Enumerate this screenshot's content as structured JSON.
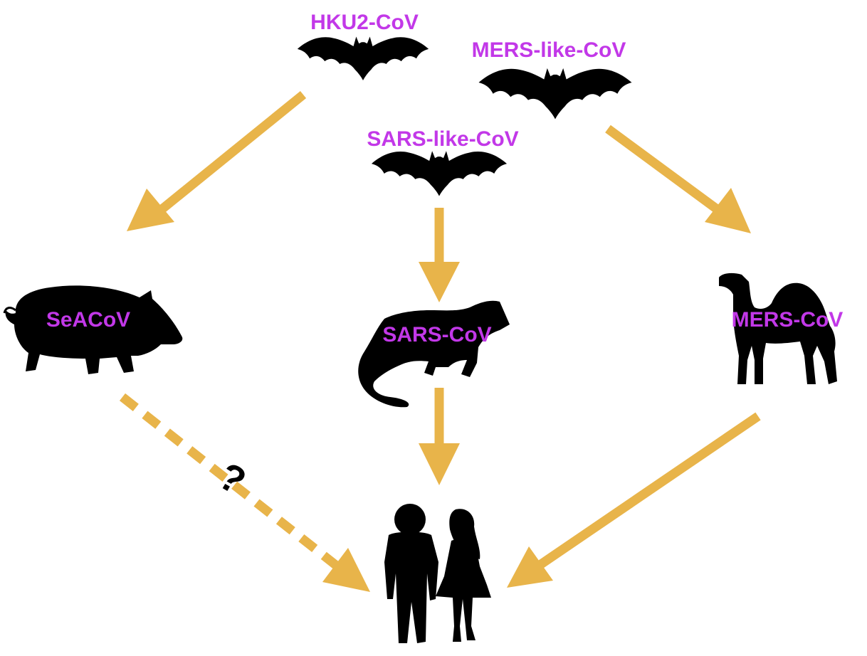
{
  "colors": {
    "arrow": "#E8B44A",
    "label": "#C238E8",
    "silhouette": "#000000",
    "background": "#FFFFFF"
  },
  "labels": {
    "hku2": "HKU2-CoV",
    "mers_like": "MERS-like-CoV",
    "sars_like": "SARS-like-CoV",
    "seacov": "SeACoV",
    "sars": "SARS-CoV",
    "mers": "MERS-CoV",
    "question": "?"
  },
  "icons": {
    "bat": "bat-icon",
    "pig": "pig-icon",
    "civet": "civet-icon",
    "camel": "camel-icon",
    "humans": "humans-icon"
  },
  "edges": [
    {
      "from": "HKU2-CoV",
      "to": "SeACoV",
      "style": "solid"
    },
    {
      "from": "SARS-like-CoV",
      "to": "SARS-CoV",
      "style": "solid"
    },
    {
      "from": "MERS-like-CoV",
      "to": "MERS-CoV",
      "style": "solid"
    },
    {
      "from": "SeACoV",
      "to": "humans",
      "style": "dashed",
      "note": "?"
    },
    {
      "from": "SARS-CoV",
      "to": "humans",
      "style": "solid"
    },
    {
      "from": "MERS-CoV",
      "to": "humans",
      "style": "solid"
    }
  ]
}
